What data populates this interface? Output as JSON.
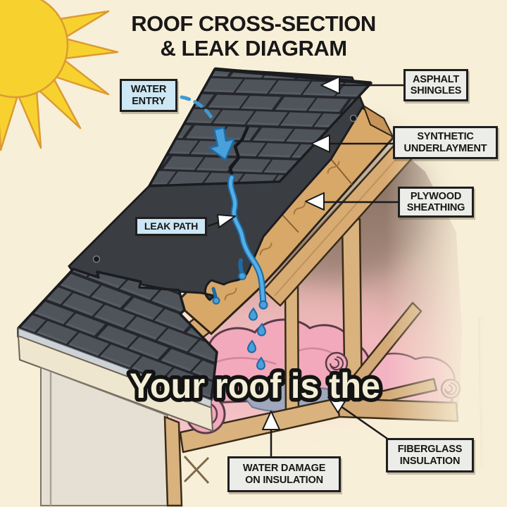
{
  "title": {
    "line1": "ROOF CROSS-SECTION",
    "line2": "& LEAK DIAGRAM"
  },
  "caption": "Your roof is the",
  "labels": {
    "water_entry": {
      "line1": "WATER",
      "line2": "ENTRY"
    },
    "asphalt_shingles": {
      "line1": "ASPHALT",
      "line2": "SHINGLES"
    },
    "synthetic_underlayment": {
      "line1": "SYNTHETIC",
      "line2": "UNDERLAYMENT"
    },
    "plywood_sheathing": {
      "line1": "PLYWOOD",
      "line2": "SHEATHING"
    },
    "leak_path": {
      "line1": "LEAK PATH"
    },
    "fiberglass_insulation": {
      "line1": "FIBERGLASS",
      "line2": "INSULATION"
    },
    "water_damage": {
      "line1": "WATER DAMAGE",
      "line2": "ON INSULATION"
    }
  },
  "colors": {
    "background": "#f8efd8",
    "label_bg": "#ecece8",
    "label_blue_bg": "#cde7f4",
    "outline_black": "#1c1c1c",
    "water_blue": "#49a0da",
    "water_blue_dark": "#1d6ba6",
    "shingle_gray": "#4f545b",
    "underlayment_dark": "#3a3d42",
    "plywood_tan": "#d8a869",
    "truss_wood": "#d9b27e",
    "insulation_pink": "#f2a9bb",
    "stain_gray": "#9fa8bc",
    "sun_yellow": "#f7d22e",
    "caption_fill": "#f3eed6"
  },
  "diagram": {
    "parts": [
      "Sun",
      "Asphalt shingle panel with crack",
      "Synthetic underlayment sheet",
      "Plywood sheathing board",
      "Roof rafter and truss framing",
      "Fiberglass insulation batts",
      "Leak path with water drops",
      "Water stain on insulation",
      "Eave fascia and wall corner"
    ]
  }
}
